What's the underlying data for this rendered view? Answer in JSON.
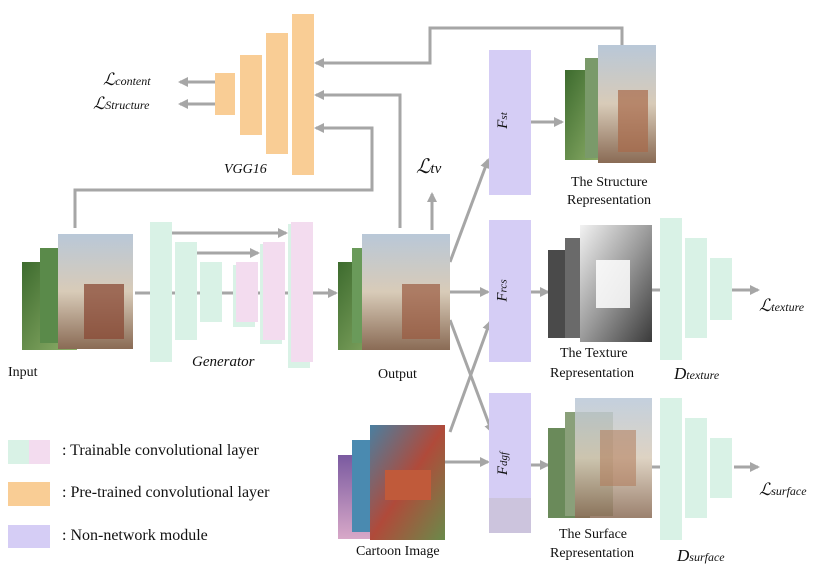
{
  "colors": {
    "trainable_green": "#d9f2e6",
    "trainable_pink": "#f3dcef",
    "pretrained_orange": "#f9cd95",
    "non_network_purple": "#d5cdf5",
    "arrow_gray": "#a6a6a6"
  },
  "labels": {
    "input": "Input",
    "generator": "Generator",
    "output": "Output",
    "cartoon_image": "Cartoon Image",
    "vgg": "VGG16",
    "structure_rep_line1": "The Structure",
    "structure_rep_line2": "Representation",
    "texture_rep_line1": "The Texture",
    "texture_rep_line2": "Representation",
    "surface_rep_line1": "The Surface",
    "surface_rep_line2": "Representation"
  },
  "math": {
    "l_content_main": "ℒ",
    "l_content_sub": "content",
    "l_structure_main": "ℒ",
    "l_structure_sub": "Structure",
    "l_tv_main": "ℒ",
    "l_tv_sub": "tv",
    "l_texture_main": "ℒ",
    "l_texture_sub": "texture",
    "l_surface_main": "ℒ",
    "l_surface_sub": "surface",
    "d_texture_main": "D",
    "d_texture_sub": "texture",
    "d_surface_main": "D",
    "d_surface_sub": "surface",
    "f_st_main": "F",
    "f_st_sub": "st",
    "f_rcs_main": "F",
    "f_rcs_sub": "rcs",
    "f_dgf_main": "F",
    "f_dgf_sub": "dgf"
  },
  "legend": {
    "trainable": ": Trainable convolutional layer",
    "pretrained": ": Pre-trained convolutional layer",
    "non_network": ": Non-network module"
  }
}
